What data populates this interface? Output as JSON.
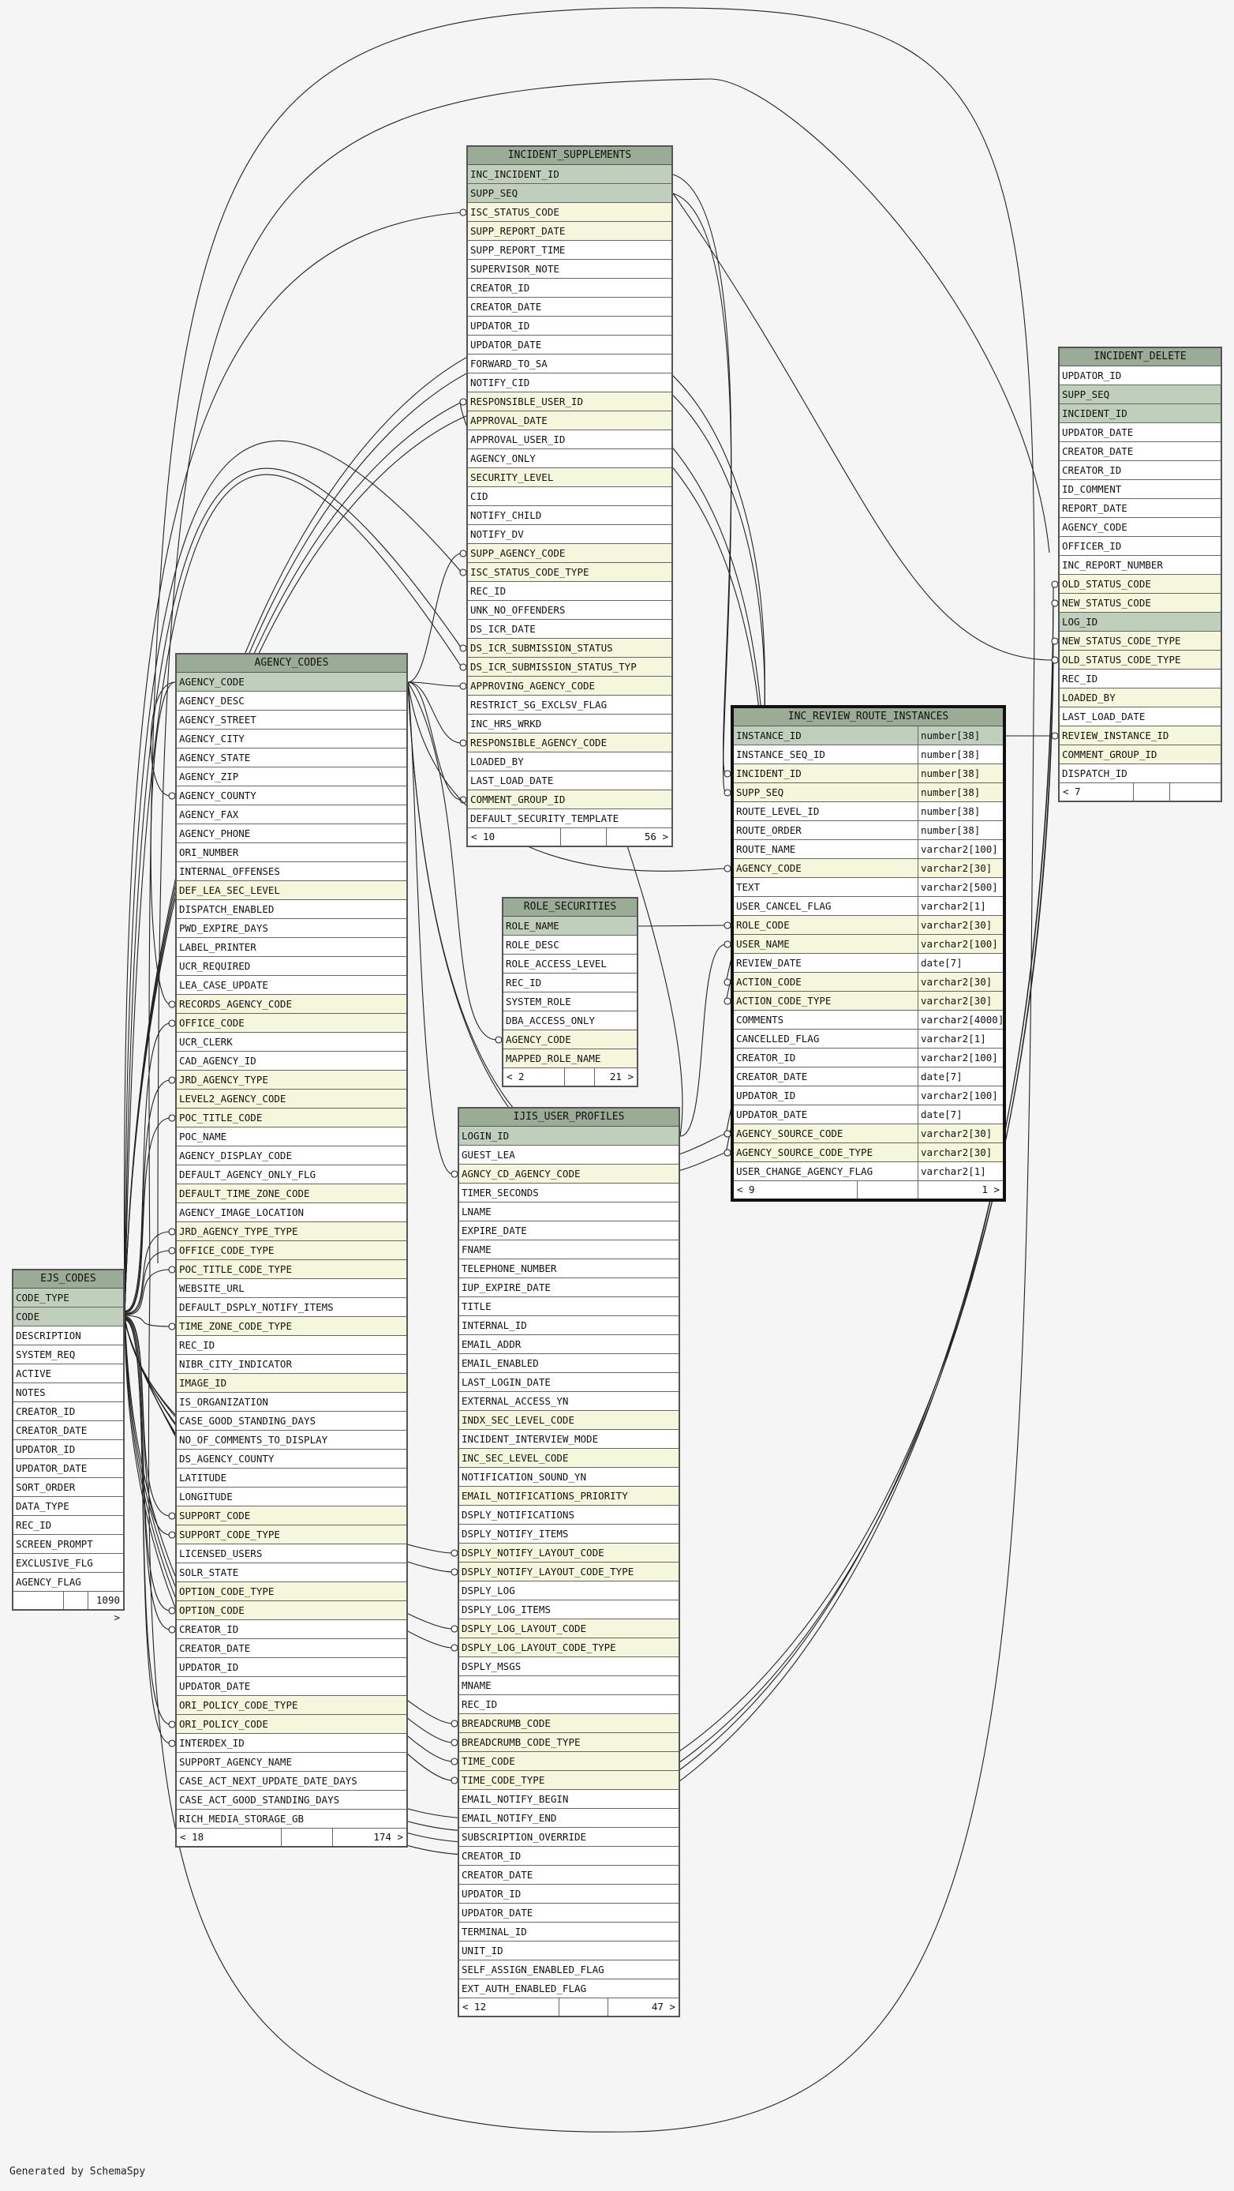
{
  "footer": "Generated by SchemaSpy",
  "tables": [
    {
      "id": "incident_supplements",
      "name": "INCIDENT_SUPPLEMENTS",
      "prev": "< 10",
      "next": "56 >",
      "columns": [
        {
          "name": "INC_INCIDENT_ID",
          "kind": "pk"
        },
        {
          "name": "SUPP_SEQ",
          "kind": "pk"
        },
        {
          "name": "ISC_STATUS_CODE",
          "kind": "fk"
        },
        {
          "name": "SUPP_REPORT_DATE",
          "kind": "fk"
        },
        {
          "name": "SUPP_REPORT_TIME",
          "kind": ""
        },
        {
          "name": "SUPERVISOR_NOTE",
          "kind": ""
        },
        {
          "name": "CREATOR_ID",
          "kind": ""
        },
        {
          "name": "CREATOR_DATE",
          "kind": ""
        },
        {
          "name": "UPDATOR_ID",
          "kind": ""
        },
        {
          "name": "UPDATOR_DATE",
          "kind": ""
        },
        {
          "name": "FORWARD_TO_SA",
          "kind": ""
        },
        {
          "name": "NOTIFY_CID",
          "kind": ""
        },
        {
          "name": "RESPONSIBLE_USER_ID",
          "kind": "fk"
        },
        {
          "name": "APPROVAL_DATE",
          "kind": "fk"
        },
        {
          "name": "APPROVAL_USER_ID",
          "kind": ""
        },
        {
          "name": "AGENCY_ONLY",
          "kind": ""
        },
        {
          "name": "SECURITY_LEVEL",
          "kind": "fk"
        },
        {
          "name": "CID",
          "kind": ""
        },
        {
          "name": "NOTIFY_CHILD",
          "kind": ""
        },
        {
          "name": "NOTIFY_DV",
          "kind": ""
        },
        {
          "name": "SUPP_AGENCY_CODE",
          "kind": "fk"
        },
        {
          "name": "ISC_STATUS_CODE_TYPE",
          "kind": "fk"
        },
        {
          "name": "REC_ID",
          "kind": ""
        },
        {
          "name": "UNK_NO_OFFENDERS",
          "kind": ""
        },
        {
          "name": "DS_ICR_DATE",
          "kind": ""
        },
        {
          "name": "DS_ICR_SUBMISSION_STATUS",
          "kind": "fk"
        },
        {
          "name": "DS_ICR_SUBMISSION_STATUS_TYP",
          "kind": "fk"
        },
        {
          "name": "APPROVING_AGENCY_CODE",
          "kind": "fk"
        },
        {
          "name": "RESTRICT_SG_EXCLSV_FLAG",
          "kind": ""
        },
        {
          "name": "INC_HRS_WRKD",
          "kind": ""
        },
        {
          "name": "RESPONSIBLE_AGENCY_CODE",
          "kind": "fk"
        },
        {
          "name": "LOADED_BY",
          "kind": ""
        },
        {
          "name": "LAST_LOAD_DATE",
          "kind": ""
        },
        {
          "name": "COMMENT_GROUP_ID",
          "kind": "fk"
        },
        {
          "name": "DEFAULT_SECURITY_TEMPLATE",
          "kind": ""
        }
      ]
    },
    {
      "id": "incident_delete",
      "name": "INCIDENT_DELETE",
      "prev": "< 7",
      "next": "",
      "columns": [
        {
          "name": "UPDATOR_ID",
          "kind": ""
        },
        {
          "name": "SUPP_SEQ",
          "kind": "pk"
        },
        {
          "name": "INCIDENT_ID",
          "kind": "pk"
        },
        {
          "name": "UPDATOR_DATE",
          "kind": ""
        },
        {
          "name": "CREATOR_DATE",
          "kind": ""
        },
        {
          "name": "CREATOR_ID",
          "kind": ""
        },
        {
          "name": "ID_COMMENT",
          "kind": ""
        },
        {
          "name": "REPORT_DATE",
          "kind": ""
        },
        {
          "name": "AGENCY_CODE",
          "kind": ""
        },
        {
          "name": "OFFICER_ID",
          "kind": ""
        },
        {
          "name": "INC_REPORT_NUMBER",
          "kind": ""
        },
        {
          "name": "OLD_STATUS_CODE",
          "kind": "fk"
        },
        {
          "name": "NEW_STATUS_CODE",
          "kind": "fk"
        },
        {
          "name": "LOG_ID",
          "kind": "pk"
        },
        {
          "name": "NEW_STATUS_CODE_TYPE",
          "kind": "fk"
        },
        {
          "name": "OLD_STATUS_CODE_TYPE",
          "kind": "fk"
        },
        {
          "name": "REC_ID",
          "kind": ""
        },
        {
          "name": "LOADED_BY",
          "kind": "fk"
        },
        {
          "name": "LAST_LOAD_DATE",
          "kind": ""
        },
        {
          "name": "REVIEW_INSTANCE_ID",
          "kind": "fk"
        },
        {
          "name": "COMMENT_GROUP_ID",
          "kind": "fk"
        },
        {
          "name": "DISPATCH_ID",
          "kind": ""
        }
      ]
    },
    {
      "id": "agency_codes",
      "name": "AGENCY_CODES",
      "prev": "< 18",
      "next": "174 >",
      "columns": [
        {
          "name": "AGENCY_CODE",
          "kind": "pk"
        },
        {
          "name": "AGENCY_DESC",
          "kind": ""
        },
        {
          "name": "AGENCY_STREET",
          "kind": ""
        },
        {
          "name": "AGENCY_CITY",
          "kind": ""
        },
        {
          "name": "AGENCY_STATE",
          "kind": ""
        },
        {
          "name": "AGENCY_ZIP",
          "kind": ""
        },
        {
          "name": "AGENCY_COUNTY",
          "kind": ""
        },
        {
          "name": "AGENCY_FAX",
          "kind": ""
        },
        {
          "name": "AGENCY_PHONE",
          "kind": ""
        },
        {
          "name": "ORI_NUMBER",
          "kind": ""
        },
        {
          "name": "INTERNAL_OFFENSES",
          "kind": ""
        },
        {
          "name": "DEF_LEA_SEC_LEVEL",
          "kind": "fk"
        },
        {
          "name": "DISPATCH_ENABLED",
          "kind": ""
        },
        {
          "name": "PWD_EXPIRE_DAYS",
          "kind": ""
        },
        {
          "name": "LABEL_PRINTER",
          "kind": ""
        },
        {
          "name": "UCR_REQUIRED",
          "kind": ""
        },
        {
          "name": "LEA_CASE_UPDATE",
          "kind": ""
        },
        {
          "name": "RECORDS_AGENCY_CODE",
          "kind": "fk"
        },
        {
          "name": "OFFICE_CODE",
          "kind": "fk"
        },
        {
          "name": "UCR_CLERK",
          "kind": ""
        },
        {
          "name": "CAD_AGENCY_ID",
          "kind": ""
        },
        {
          "name": "JRD_AGENCY_TYPE",
          "kind": "fk"
        },
        {
          "name": "LEVEL2_AGENCY_CODE",
          "kind": "fk"
        },
        {
          "name": "POC_TITLE_CODE",
          "kind": "fk"
        },
        {
          "name": "POC_NAME",
          "kind": ""
        },
        {
          "name": "AGENCY_DISPLAY_CODE",
          "kind": ""
        },
        {
          "name": "DEFAULT_AGENCY_ONLY_FLG",
          "kind": ""
        },
        {
          "name": "DEFAULT_TIME_ZONE_CODE",
          "kind": "fk"
        },
        {
          "name": "AGENCY_IMAGE_LOCATION",
          "kind": ""
        },
        {
          "name": "JRD_AGENCY_TYPE_TYPE",
          "kind": "fk"
        },
        {
          "name": "OFFICE_CODE_TYPE",
          "kind": "fk"
        },
        {
          "name": "POC_TITLE_CODE_TYPE",
          "kind": "fk"
        },
        {
          "name": "WEBSITE_URL",
          "kind": ""
        },
        {
          "name": "DEFAULT_DSPLY_NOTIFY_ITEMS",
          "kind": ""
        },
        {
          "name": "TIME_ZONE_CODE_TYPE",
          "kind": "fk"
        },
        {
          "name": "REC_ID",
          "kind": ""
        },
        {
          "name": "NIBR_CITY_INDICATOR",
          "kind": ""
        },
        {
          "name": "IMAGE_ID",
          "kind": "fk"
        },
        {
          "name": "IS_ORGANIZATION",
          "kind": ""
        },
        {
          "name": "CASE_GOOD_STANDING_DAYS",
          "kind": ""
        },
        {
          "name": "NO_OF_COMMENTS_TO_DISPLAY",
          "kind": ""
        },
        {
          "name": "DS_AGENCY_COUNTY",
          "kind": ""
        },
        {
          "name": "LATITUDE",
          "kind": ""
        },
        {
          "name": "LONGITUDE",
          "kind": ""
        },
        {
          "name": "SUPPORT_CODE",
          "kind": "fk"
        },
        {
          "name": "SUPPORT_CODE_TYPE",
          "kind": "fk"
        },
        {
          "name": "LICENSED_USERS",
          "kind": ""
        },
        {
          "name": "SOLR_STATE",
          "kind": ""
        },
        {
          "name": "OPTION_CODE_TYPE",
          "kind": "fk"
        },
        {
          "name": "OPTION_CODE",
          "kind": "fk"
        },
        {
          "name": "CREATOR_ID",
          "kind": ""
        },
        {
          "name": "CREATOR_DATE",
          "kind": ""
        },
        {
          "name": "UPDATOR_ID",
          "kind": ""
        },
        {
          "name": "UPDATOR_DATE",
          "kind": ""
        },
        {
          "name": "ORI_POLICY_CODE_TYPE",
          "kind": "fk"
        },
        {
          "name": "ORI_POLICY_CODE",
          "kind": "fk"
        },
        {
          "name": "INTERDEX_ID",
          "kind": ""
        },
        {
          "name": "SUPPORT_AGENCY_NAME",
          "kind": ""
        },
        {
          "name": "CASE_ACT_NEXT_UPDATE_DATE_DAYS",
          "kind": ""
        },
        {
          "name": "CASE_ACT_GOOD_STANDING_DAYS",
          "kind": ""
        },
        {
          "name": "RICH_MEDIA_STORAGE_GB",
          "kind": ""
        }
      ]
    },
    {
      "id": "inc_review_route_instances",
      "name": "INC_REVIEW_ROUTE_INSTANCES",
      "prev": "< 9",
      "next": "1 >",
      "columns": [
        {
          "name": "INSTANCE_ID",
          "type": "number[38]",
          "kind": "pk"
        },
        {
          "name": "INSTANCE_SEQ_ID",
          "type": "number[38]",
          "kind": ""
        },
        {
          "name": "INCIDENT_ID",
          "type": "number[38]",
          "kind": "fk"
        },
        {
          "name": "SUPP_SEQ",
          "type": "number[38]",
          "kind": "fk"
        },
        {
          "name": "ROUTE_LEVEL_ID",
          "type": "number[38]",
          "kind": ""
        },
        {
          "name": "ROUTE_ORDER",
          "type": "number[38]",
          "kind": ""
        },
        {
          "name": "ROUTE_NAME",
          "type": "varchar2[100]",
          "kind": ""
        },
        {
          "name": "AGENCY_CODE",
          "type": "varchar2[30]",
          "kind": "fk"
        },
        {
          "name": "TEXT",
          "type": "varchar2[500]",
          "kind": ""
        },
        {
          "name": "USER_CANCEL_FLAG",
          "type": "varchar2[1]",
          "kind": ""
        },
        {
          "name": "ROLE_CODE",
          "type": "varchar2[30]",
          "kind": "fk"
        },
        {
          "name": "USER_NAME",
          "type": "varchar2[100]",
          "kind": "fk"
        },
        {
          "name": "REVIEW_DATE",
          "type": "date[7]",
          "kind": ""
        },
        {
          "name": "ACTION_CODE",
          "type": "varchar2[30]",
          "kind": "fk"
        },
        {
          "name": "ACTION_CODE_TYPE",
          "type": "varchar2[30]",
          "kind": "fk"
        },
        {
          "name": "COMMENTS",
          "type": "varchar2[4000]",
          "kind": ""
        },
        {
          "name": "CANCELLED_FLAG",
          "type": "varchar2[1]",
          "kind": ""
        },
        {
          "name": "CREATOR_ID",
          "type": "varchar2[100]",
          "kind": ""
        },
        {
          "name": "CREATOR_DATE",
          "type": "date[7]",
          "kind": ""
        },
        {
          "name": "UPDATOR_ID",
          "type": "varchar2[100]",
          "kind": ""
        },
        {
          "name": "UPDATOR_DATE",
          "type": "date[7]",
          "kind": ""
        },
        {
          "name": "AGENCY_SOURCE_CODE",
          "type": "varchar2[30]",
          "kind": "fk"
        },
        {
          "name": "AGENCY_SOURCE_CODE_TYPE",
          "type": "varchar2[30]",
          "kind": "fk"
        },
        {
          "name": "USER_CHANGE_AGENCY_FLAG",
          "type": "varchar2[1]",
          "kind": ""
        }
      ]
    },
    {
      "id": "role_securities",
      "name": "ROLE_SECURITIES",
      "prev": "< 2",
      "next": "21 >",
      "columns": [
        {
          "name": "ROLE_NAME",
          "kind": "pk"
        },
        {
          "name": "ROLE_DESC",
          "kind": ""
        },
        {
          "name": "ROLE_ACCESS_LEVEL",
          "kind": ""
        },
        {
          "name": "REC_ID",
          "kind": ""
        },
        {
          "name": "SYSTEM_ROLE",
          "kind": ""
        },
        {
          "name": "DBA_ACCESS_ONLY",
          "kind": ""
        },
        {
          "name": "AGENCY_CODE",
          "kind": "fk"
        },
        {
          "name": "MAPPED_ROLE_NAME",
          "kind": "fk"
        }
      ]
    },
    {
      "id": "ijis_user_profiles",
      "name": "IJIS_USER_PROFILES",
      "prev": "< 12",
      "next": "47 >",
      "columns": [
        {
          "name": "LOGIN_ID",
          "kind": "pk"
        },
        {
          "name": "GUEST_LEA",
          "kind": ""
        },
        {
          "name": "AGNCY_CD_AGENCY_CODE",
          "kind": "fk"
        },
        {
          "name": "TIMER_SECONDS",
          "kind": ""
        },
        {
          "name": "LNAME",
          "kind": ""
        },
        {
          "name": "EXPIRE_DATE",
          "kind": ""
        },
        {
          "name": "FNAME",
          "kind": ""
        },
        {
          "name": "TELEPHONE_NUMBER",
          "kind": ""
        },
        {
          "name": "IUP_EXPIRE_DATE",
          "kind": ""
        },
        {
          "name": "TITLE",
          "kind": ""
        },
        {
          "name": "INTERNAL_ID",
          "kind": ""
        },
        {
          "name": "EMAIL_ADDR",
          "kind": ""
        },
        {
          "name": "EMAIL_ENABLED",
          "kind": ""
        },
        {
          "name": "LAST_LOGIN_DATE",
          "kind": ""
        },
        {
          "name": "EXTERNAL_ACCESS_YN",
          "kind": ""
        },
        {
          "name": "INDX_SEC_LEVEL_CODE",
          "kind": "fk"
        },
        {
          "name": "INCIDENT_INTERVIEW_MODE",
          "kind": ""
        },
        {
          "name": "INC_SEC_LEVEL_CODE",
          "kind": "fk"
        },
        {
          "name": "NOTIFICATION_SOUND_YN",
          "kind": ""
        },
        {
          "name": "EMAIL_NOTIFICATIONS_PRIORITY",
          "kind": "fk"
        },
        {
          "name": "DSPLY_NOTIFICATIONS",
          "kind": ""
        },
        {
          "name": "DSPLY_NOTIFY_ITEMS",
          "kind": ""
        },
        {
          "name": "DSPLY_NOTIFY_LAYOUT_CODE",
          "kind": "fk"
        },
        {
          "name": "DSPLY_NOTIFY_LAYOUT_CODE_TYPE",
          "kind": "fk"
        },
        {
          "name": "DSPLY_LOG",
          "kind": ""
        },
        {
          "name": "DSPLY_LOG_ITEMS",
          "kind": ""
        },
        {
          "name": "DSPLY_LOG_LAYOUT_CODE",
          "kind": "fk"
        },
        {
          "name": "DSPLY_LOG_LAYOUT_CODE_TYPE",
          "kind": "fk"
        },
        {
          "name": "DSPLY_MSGS",
          "kind": ""
        },
        {
          "name": "MNAME",
          "kind": ""
        },
        {
          "name": "REC_ID",
          "kind": ""
        },
        {
          "name": "BREADCRUMB_CODE",
          "kind": "fk"
        },
        {
          "name": "BREADCRUMB_CODE_TYPE",
          "kind": "fk"
        },
        {
          "name": "TIME_CODE",
          "kind": "fk"
        },
        {
          "name": "TIME_CODE_TYPE",
          "kind": "fk"
        },
        {
          "name": "EMAIL_NOTIFY_BEGIN",
          "kind": ""
        },
        {
          "name": "EMAIL_NOTIFY_END",
          "kind": ""
        },
        {
          "name": "SUBSCRIPTION_OVERRIDE",
          "kind": ""
        },
        {
          "name": "CREATOR_ID",
          "kind": ""
        },
        {
          "name": "CREATOR_DATE",
          "kind": ""
        },
        {
          "name": "UPDATOR_ID",
          "kind": ""
        },
        {
          "name": "UPDATOR_DATE",
          "kind": ""
        },
        {
          "name": "TERMINAL_ID",
          "kind": ""
        },
        {
          "name": "UNIT_ID",
          "kind": ""
        },
        {
          "name": "SELF_ASSIGN_ENABLED_FLAG",
          "kind": ""
        },
        {
          "name": "EXT_AUTH_ENABLED_FLAG",
          "kind": ""
        }
      ]
    },
    {
      "id": "ejs_codes",
      "name": "EJS_CODES",
      "prev": "",
      "next": "1090 >",
      "columns": [
        {
          "name": "CODE_TYPE",
          "kind": "pk"
        },
        {
          "name": "CODE",
          "kind": "pk"
        },
        {
          "name": "DESCRIPTION",
          "kind": ""
        },
        {
          "name": "SYSTEM_REQ",
          "kind": ""
        },
        {
          "name": "ACTIVE",
          "kind": ""
        },
        {
          "name": "NOTES",
          "kind": ""
        },
        {
          "name": "CREATOR_ID",
          "kind": ""
        },
        {
          "name": "CREATOR_DATE",
          "kind": ""
        },
        {
          "name": "UPDATOR_ID",
          "kind": ""
        },
        {
          "name": "UPDATOR_DATE",
          "kind": ""
        },
        {
          "name": "SORT_ORDER",
          "kind": ""
        },
        {
          "name": "DATA_TYPE",
          "kind": ""
        },
        {
          "name": "REC_ID",
          "kind": ""
        },
        {
          "name": "SCREEN_PROMPT",
          "kind": ""
        },
        {
          "name": "EXCLUSIVE_FLG",
          "kind": ""
        },
        {
          "name": "AGENCY_FLAG",
          "kind": ""
        }
      ]
    }
  ]
}
